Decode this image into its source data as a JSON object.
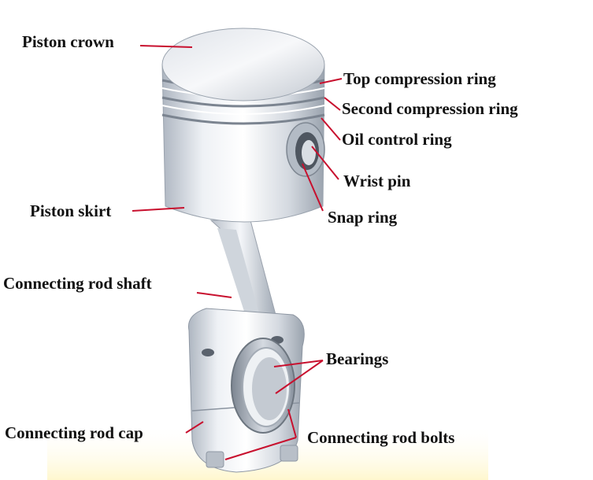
{
  "diagram": {
    "labels": {
      "piston_crown": "Piston crown",
      "top_compression_ring": "Top compression ring",
      "second_compression_ring": "Second compression ring",
      "oil_control_ring": "Oil control ring",
      "wrist_pin": "Wrist pin",
      "snap_ring": "Snap ring",
      "piston_skirt": "Piston skirt",
      "connecting_rod_shaft": "Connecting rod shaft",
      "bearings": "Bearings",
      "connecting_rod_cap": "Connecting rod cap",
      "connecting_rod_bolts": "Connecting rod bolts"
    },
    "colors": {
      "leader_line": "#c8102e",
      "label_text": "#111111",
      "metal_light": "#f2f4f7",
      "metal_dark": "#8e97a3"
    }
  }
}
